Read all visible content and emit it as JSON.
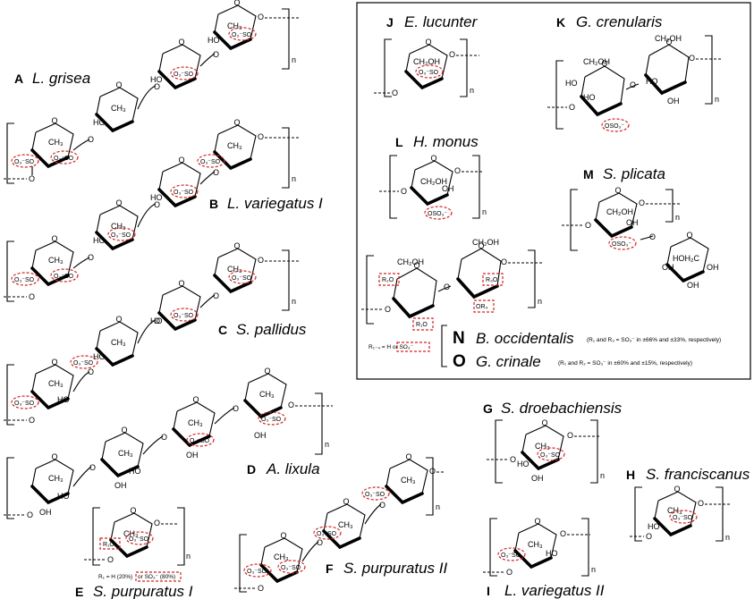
{
  "panels": [
    {
      "letter": "A",
      "name": "L. grisea"
    },
    {
      "letter": "B",
      "name": "L. variegatus I"
    },
    {
      "letter": "C",
      "name": "S. pallidus"
    },
    {
      "letter": "D",
      "name": "A. lixula"
    },
    {
      "letter": "E",
      "name": "S. purpuratus I"
    },
    {
      "letter": "F",
      "name": "S. purpuratus II"
    },
    {
      "letter": "G",
      "name": "S. droebachiensis"
    },
    {
      "letter": "H",
      "name": "S. franciscanus"
    },
    {
      "letter": "I",
      "name": "L. variegatus II"
    },
    {
      "letter": "J",
      "name": "E. lucunter"
    },
    {
      "letter": "K",
      "name": "G. crenularis"
    },
    {
      "letter": "L",
      "name": "H. monus"
    },
    {
      "letter": "M",
      "name": "S. plicata"
    },
    {
      "letter": "N",
      "name": "B. occidentalis",
      "note": "(R₁ and R₃ = SO₃⁻ in ±66% and ±33%, respectively)"
    },
    {
      "letter": "O",
      "name": "G. crinale",
      "note": "(R₁ and R₂ = SO₃⁻ in ±60% and ±15%, respectively)"
    }
  ],
  "chem": {
    "repeat": "n",
    "methyl": "CH₃",
    "hydroxyl": "HO",
    "hydroxyl_right": "OH",
    "sulfate_left": "O₃⁻SO",
    "sulfate_right": "OSO₃⁻",
    "hydroxymethyl": "CH₂OH",
    "hydroxymethyl_rev": "HOH₂C",
    "r1o": "R₁O",
    "r2o": "R₂O",
    "r3o": "R₃O",
    "or4": "OR₄",
    "e_note_prefix": "R₁ = H (20%)",
    "e_note_or": "or SO₃⁻ (80%)",
    "no_note": "R₁₋₄ = H or SO₃⁻"
  }
}
